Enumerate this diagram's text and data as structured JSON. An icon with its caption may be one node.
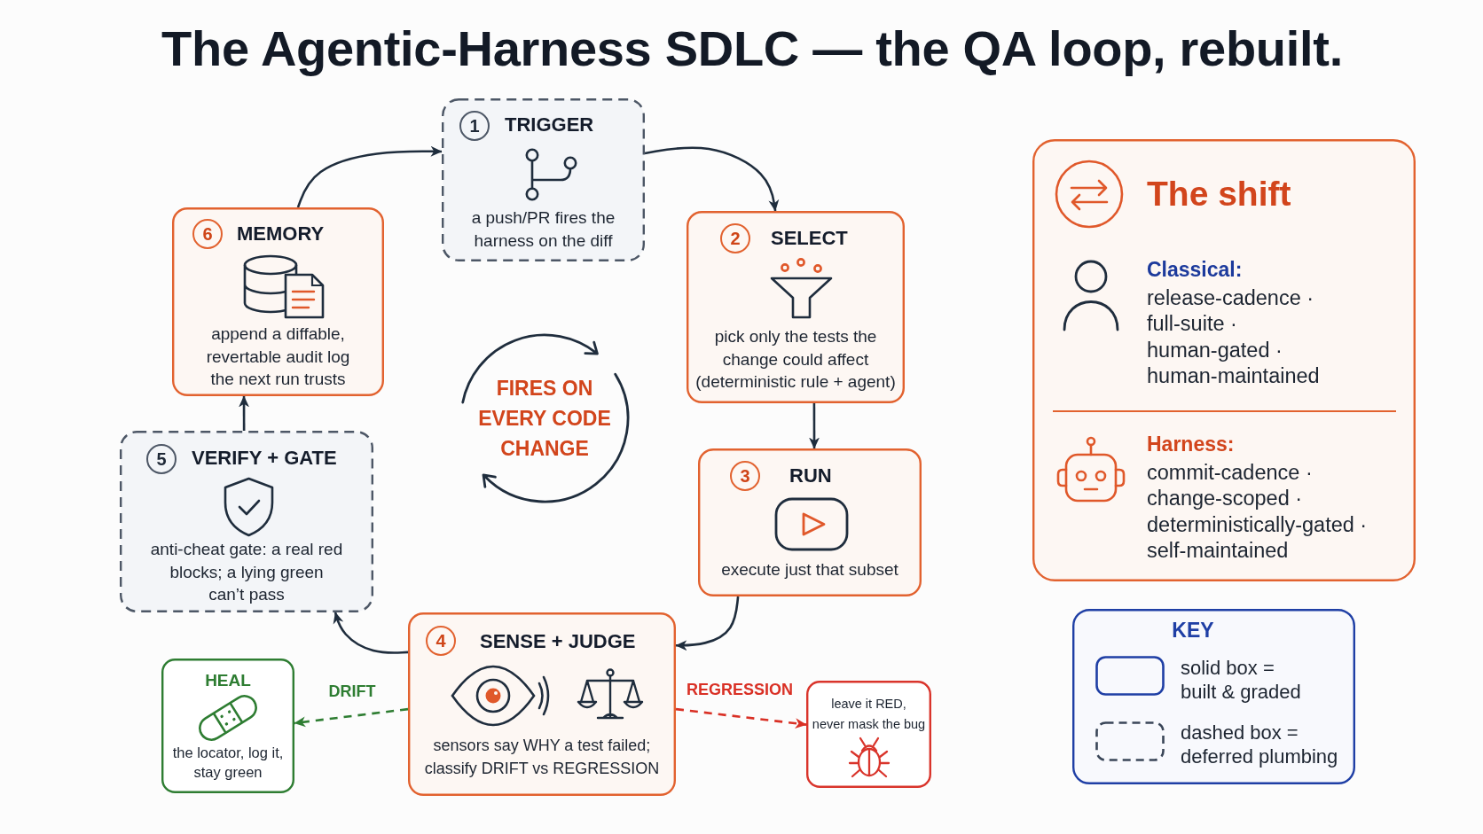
{
  "diagram": {
    "title": "The Agentic-Harness SDLC — the QA loop, rebuilt.",
    "nodes": [
      {
        "text": [
          "1",
          "TRIGGER",
          "a push/PR fires the harness on the diff"
        ]
      },
      {
        "text": [
          "2",
          "SELECT",
          "pick only the tests the change could affect (deterministic rule + agent)"
        ]
      },
      {
        "text": [
          "3",
          "RUN",
          "execute just that subset"
        ]
      },
      {
        "text": [
          "4",
          "SENSE + JUDGE",
          "sensors say WHY a test failed; classify DRIFT vs REGRESSION"
        ]
      },
      {
        "text": [
          "5",
          "VERIFY + GATE",
          "anti-cheat gate: a real red blocks; a lying green can’t pass"
        ]
      },
      {
        "text": [
          "6",
          "MEMORY",
          "append a diffable, revertable audit log the next run trusts"
        ]
      },
      {
        "text": [
          "FIRES ON EVERY CODE CHANGE"
        ]
      },
      {
        "text": [
          "HEAL",
          "the locator, log it, stay green"
        ]
      },
      {
        "text": [
          "leave it RED, never mask the bug"
        ]
      },
      {
        "text": [
          "The shift",
          "Classical:",
          "release-cadence · full-suite · human-gated · human-maintained",
          "Harness:",
          "commit-cadence · change-scoped · deterministically-gated · self-maintained"
        ]
      }
    ],
    "edges": [
      {
        "from": 5,
        "to": 0,
        "arrow": "to"
      },
      {
        "from": 0,
        "to": 1,
        "arrow": "to"
      },
      {
        "from": 1,
        "to": 2,
        "arrow": "to"
      },
      {
        "from": 2,
        "to": 3,
        "arrow": "to"
      },
      {
        "from": 3,
        "to": 4,
        "arrow": "to"
      },
      {
        "from": 4,
        "to": 5,
        "arrow": "to"
      },
      {
        "from": 3,
        "to": 7,
        "arrow": "to",
        "label": "DRIFT",
        "style": "dashed",
        "color": "#2e7d32"
      },
      {
        "from": 3,
        "to": 8,
        "arrow": "to",
        "label": "REGRESSION",
        "style": "dashed",
        "color": "#d93025"
      }
    ],
    "labels": [
      "KEY"
    ],
    "legend": [
      {
        "text": "solid box = built & graded"
      },
      {
        "text": "dashed box = deferred plumbing"
      }
    ]
  }
}
